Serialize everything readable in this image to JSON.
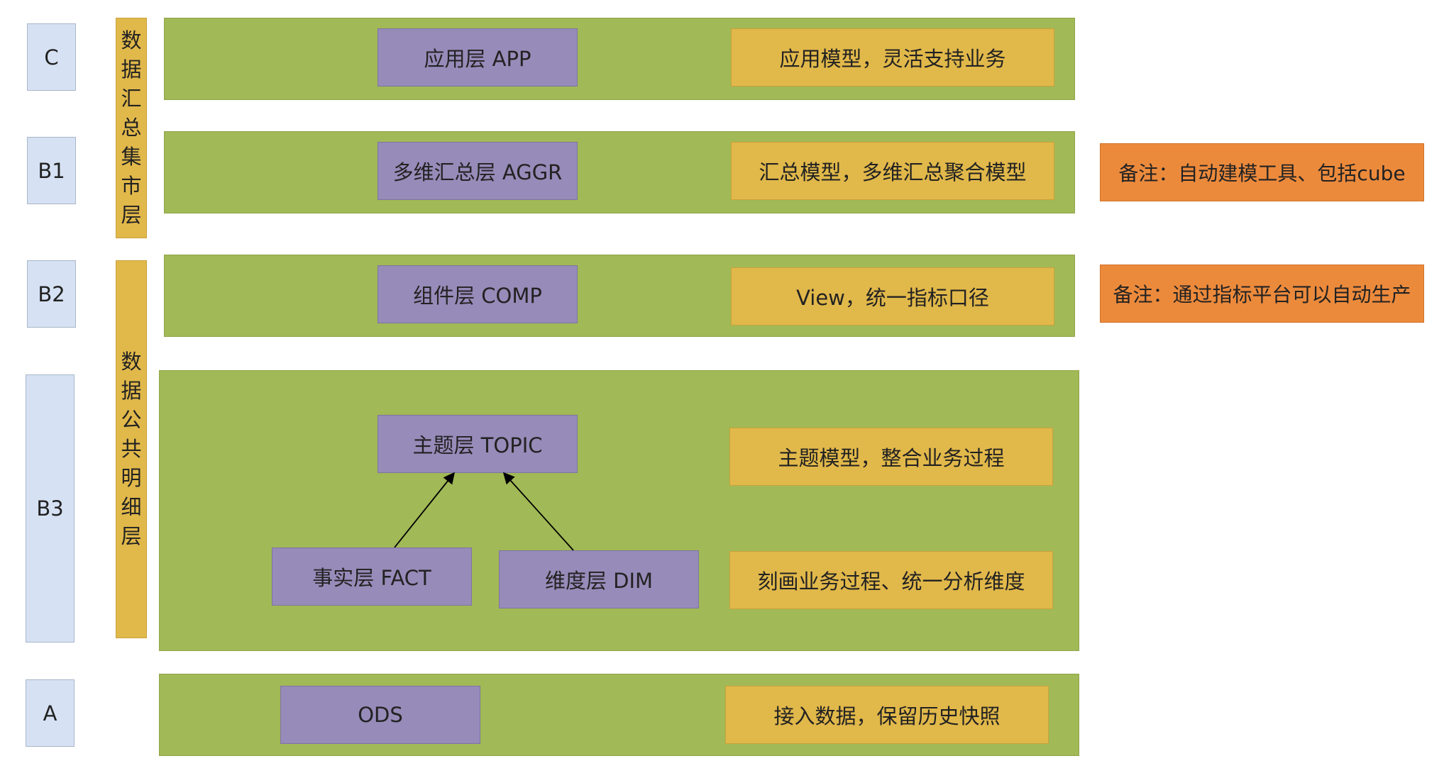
{
  "row_labels": {
    "c": "C",
    "b1": "B1",
    "b2": "B2",
    "b3": "B3",
    "a": "A"
  },
  "group_labels": {
    "summary_mart": "数据汇总集市层",
    "common_detail": "数据公共明细层"
  },
  "layers": {
    "app": {
      "name": "应用层 APP",
      "desc": "应用模型，灵活支持业务"
    },
    "aggr": {
      "name": "多维汇总层 AGGR",
      "desc": "汇总模型，多维汇总聚合模型"
    },
    "comp": {
      "name": "组件层 COMP",
      "desc": "View，统一指标口径"
    },
    "topic": {
      "name": "主题层 TOPIC",
      "desc": "主题模型，整合业务过程"
    },
    "fact": {
      "name": "事实层 FACT"
    },
    "dim": {
      "name": "维度层 DIM"
    },
    "fact_dim_desc": "刻画业务过程、统一分析维度",
    "ods": {
      "name": "ODS",
      "desc": "接入数据，保留历史快照"
    }
  },
  "notes": {
    "b1": "备注：自动建模工具、包括cube",
    "b2": "备注：通过指标平台可以自动生产"
  },
  "colors": {
    "label_blue": "#d6e2f3",
    "layer_green": "#a1b956",
    "name_purple": "#978bb9",
    "desc_yellow": "#e1b84a",
    "note_orange": "#ec8a3c"
  }
}
